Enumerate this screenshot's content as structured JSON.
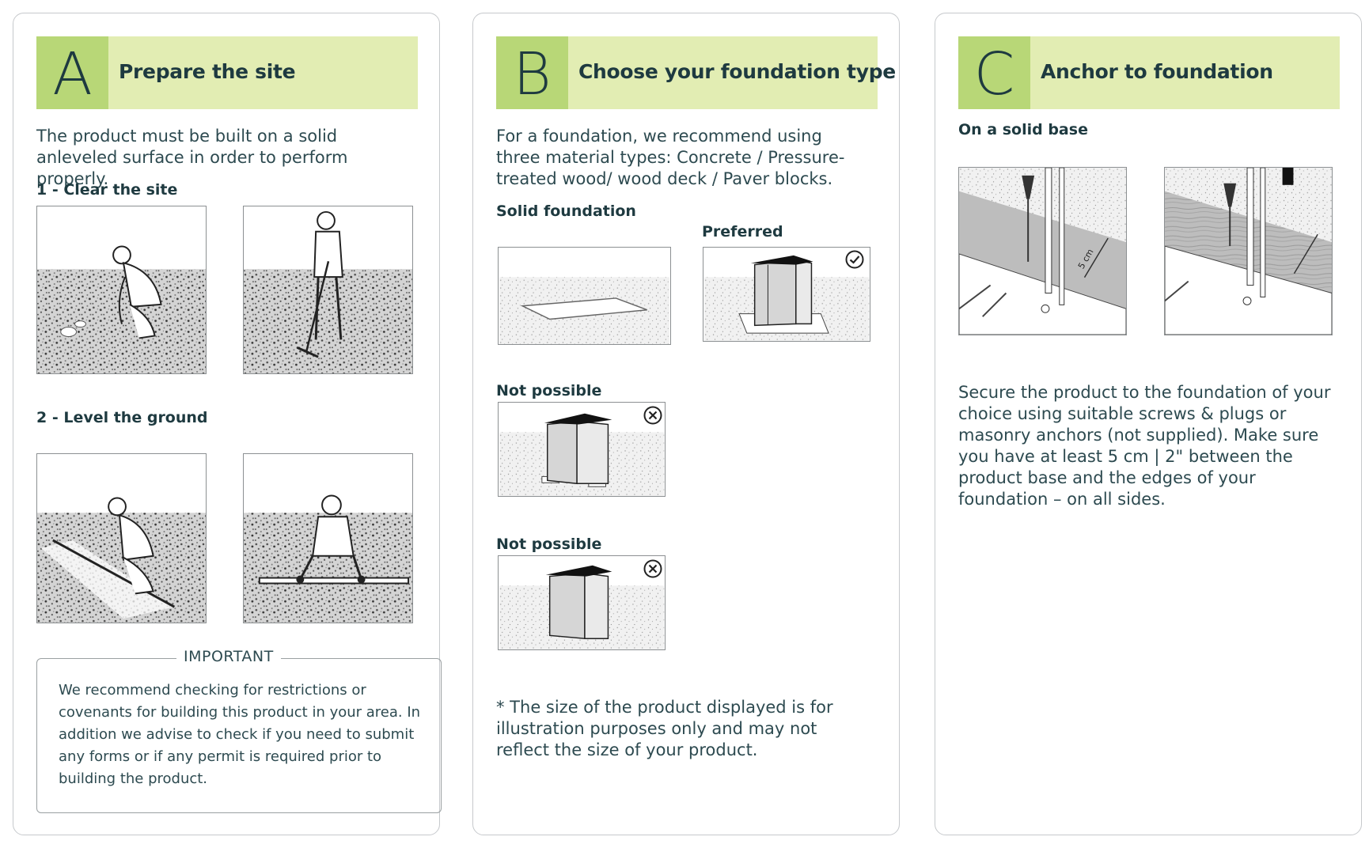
{
  "panel_a": {
    "letter": "A",
    "title": "Prepare the site",
    "intro": "The product must be built on a solid anleveled surface in order to perform properly.",
    "step1": "1 - Clear the site",
    "step2": "2 - Level the ground",
    "important_label": "IMPORTANT",
    "important_text": "We recommend checking for restrictions or covenants for building this product in your area. In addition we advise to check if you need to submit any forms or if any permit is required prior to building the product."
  },
  "panel_b": {
    "letter": "B",
    "title": "Choose your foundation type",
    "intro": "For a foundation, we recommend using three material types: Concrete / Pressure-treated wood/ wood deck / Paver blocks.",
    "solid_label": "Solid foundation",
    "preferred_label": "Preferred",
    "not_possible_1": "Not possible",
    "not_possible_2": "Not possible",
    "footnote": "* The size of the product displayed is for illustration purposes only and may not reflect the size of your product."
  },
  "panel_c": {
    "letter": "C",
    "title": "Anchor to foundation",
    "sub": "On a solid base",
    "measure_label": "5 cm",
    "text": "Secure the product to the foundation of your choice using suitable screws & plugs or masonry anchors (not supplied). Make sure you have at least 5 cm | 2\" between the product base and the edges of your foundation – on all sides."
  }
}
